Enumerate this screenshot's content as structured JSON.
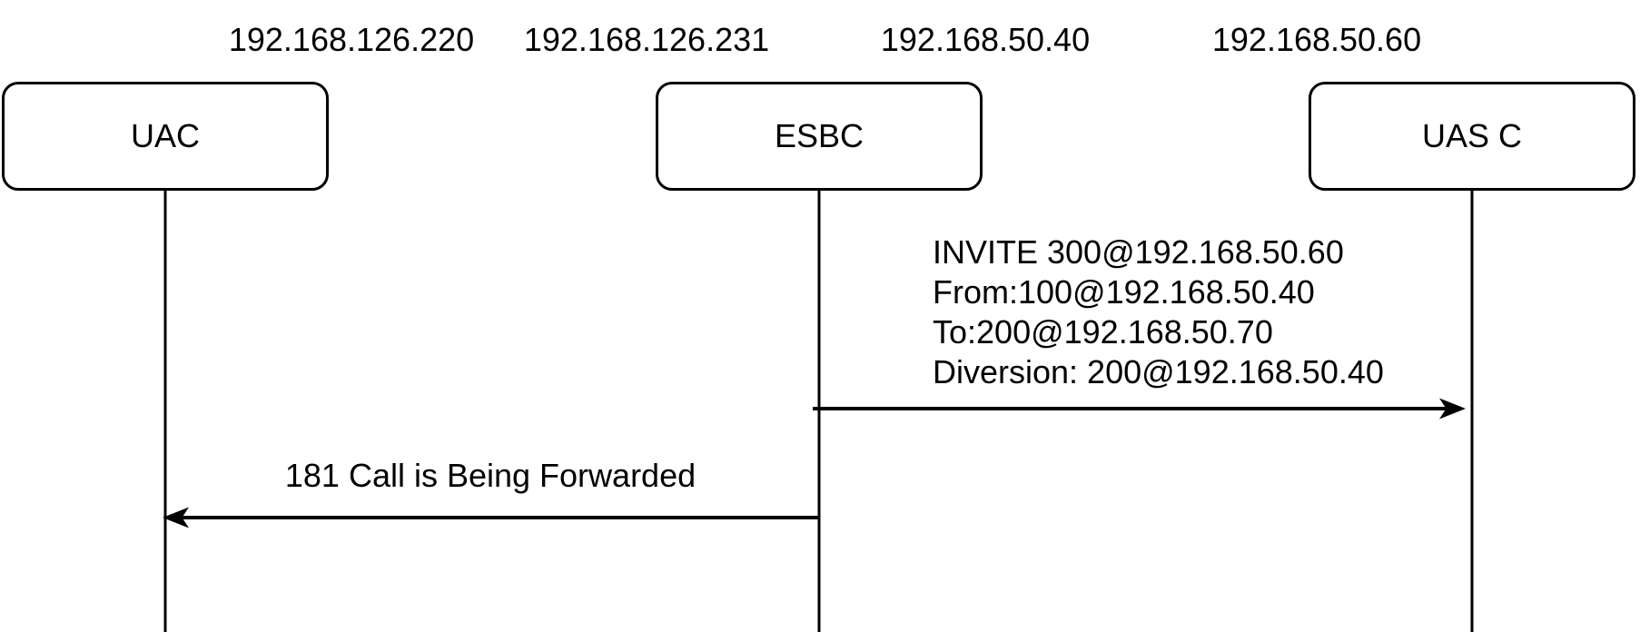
{
  "colors": {
    "stroke": "#000000",
    "background": "#ffffff"
  },
  "ip_labels": [
    {
      "text": "192.168.126.220"
    },
    {
      "text": "192.168.126.231"
    },
    {
      "text": "192.168.50.40"
    },
    {
      "text": "192.168.50.60"
    }
  ],
  "actors": [
    {
      "label": "UAC"
    },
    {
      "label": "ESBC"
    },
    {
      "label": "UAS C"
    }
  ],
  "messages": [
    {
      "from": "ESBC",
      "to": "UAS C",
      "direction": "right",
      "lines": [
        "INVITE 300@192.168.50.60",
        "From:100@192.168.50.40",
        "To:200@192.168.50.70",
        "Diversion: 200@192.168.50.40"
      ]
    },
    {
      "from": "ESBC",
      "to": "UAC",
      "direction": "left",
      "label": "181 Call is Being Forwarded"
    }
  ]
}
